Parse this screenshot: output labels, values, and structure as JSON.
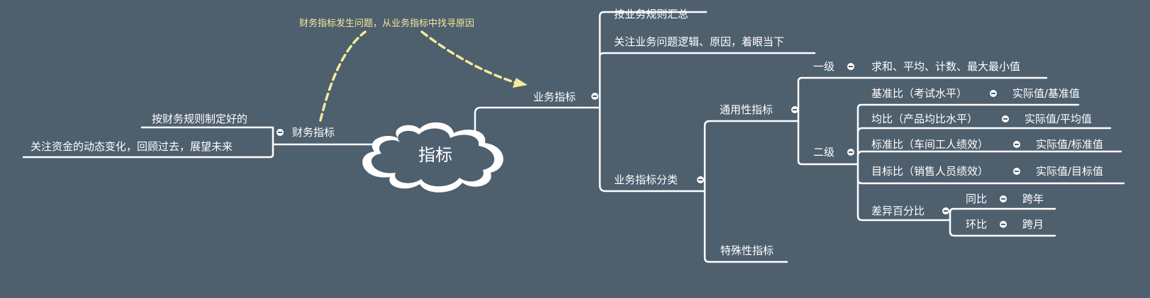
{
  "central_topic": "指标",
  "annotation": "财务指标发生问题，从业务指标中找寻原因",
  "colors": {
    "background": "#4e5f6e",
    "line": "#ffffff",
    "annotation": "#f2ec9a"
  },
  "finance": {
    "label": "财务指标",
    "children": [
      "按财务规则制定好的",
      "关注资金的动态变化，回顾过去，展望未来"
    ]
  },
  "business": {
    "label": "业务指标",
    "children": [
      "按业务规则汇总",
      "关注业务问题逻辑、原因，着眼当下"
    ],
    "classification": {
      "label": "业务指标分类",
      "general": {
        "label": "通用性指标",
        "level1": {
          "label": "一级",
          "value": "求和、平均、计数、最大最小值"
        },
        "level2": {
          "label": "二级",
          "items": [
            {
              "label": "基准比（考试水平）",
              "value": "实际值/基准值"
            },
            {
              "label": "均比（产品均比水平）",
              "value": "实际值/平均值"
            },
            {
              "label": "标准比（车间工人绩效）",
              "value": "实际值/标准值"
            },
            {
              "label": "目标比（销售人员绩效）",
              "value": "实际值/目标值"
            }
          ],
          "diff": {
            "label": "差异百分比",
            "items": [
              {
                "label": "同比",
                "value": "跨年"
              },
              {
                "label": "环比",
                "value": "跨月"
              }
            ]
          }
        }
      },
      "special": {
        "label": "特殊性指标"
      }
    }
  }
}
